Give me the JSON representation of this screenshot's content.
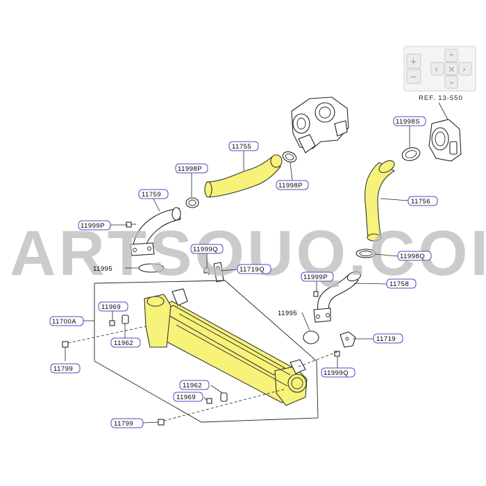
{
  "watermark": "ARTSOUQ.COI",
  "reference": "REF. 13-550",
  "labels": {
    "p11755": "11755",
    "p11998p_top": "11998P",
    "p11998p_mid": "11998P",
    "p11759": "11759",
    "p11999p_left": "11999P",
    "p11999q_mid": "11999Q",
    "p11719q": "11719Q",
    "p11995_left": "11995",
    "p11998s": "11998S",
    "p11756": "11756",
    "p11998q": "11998Q",
    "p11999p_right": "11999P",
    "p11758": "11758",
    "p11995_right": "11995",
    "p11719": "11719",
    "p11999q_right": "11999Q",
    "p11969_top": "11969",
    "p11700a": "11700A",
    "p11962_top": "11962",
    "p11799_left": "11799",
    "p11962_bottom": "11962",
    "p11969_bottom": "11969",
    "p11799_bottom": "11799"
  },
  "nav_panel": {
    "zoom_in": "+",
    "zoom_out": "−",
    "up": "⌃",
    "down": "⌄",
    "left": "‹",
    "right": "›",
    "reset": "×"
  },
  "colors": {
    "highlight": "#f7f27a",
    "label_border": "#4a4ac8",
    "watermark": "#bdbdbd"
  }
}
